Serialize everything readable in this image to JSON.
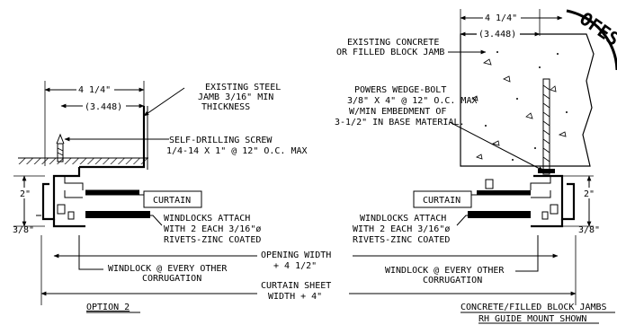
{
  "left": {
    "dim_fraction": "4 1/4\"",
    "dim_decimal": "(3.448)",
    "note_steel_jamb": [
      "EXISTING STEEL",
      "JAMB 3/16\" MIN",
      "THICKNESS"
    ],
    "note_screw": [
      "SELF-DRILLING SCREW",
      "1/4-14 X 1\" @ 12\" O.C. MAX"
    ],
    "curtain_label": "CURTAIN",
    "dim_side": "2\"",
    "dim_bottom": "3/8\"",
    "note_windlocks": [
      "WINDLOCKS ATTACH",
      "WITH 2 EACH 3/16\"ø",
      "RIVETS-ZINC COATED"
    ],
    "note_windlock_corr": [
      "WINDLOCK @ EVERY OTHER",
      "CORRUGATION"
    ],
    "option_title": "OPTION 2"
  },
  "right": {
    "dim_fraction": "4 1/4\"",
    "dim_decimal": "(3.448)",
    "note_concrete": [
      "EXISTING CONCRETE",
      "OR FILLED BLOCK JAMB"
    ],
    "note_bolt": [
      "POWERS WEDGE-BOLT",
      "3/8\" X 4\" @ 12\" O.C. MAX",
      "W/MIN EMBEDMENT OF",
      "3-1/2\" IN BASE MATERIAL."
    ],
    "curtain_label": "CURTAIN",
    "dim_side": "2\"",
    "dim_bottom": "3/8\"",
    "note_windlocks": [
      "WINDLOCKS ATTACH",
      "WITH 2 EACH 3/16\"ø",
      "RIVETS-ZINC COATED"
    ],
    "note_windlock_corr": [
      "WINDLOCK @ EVERY OTHER",
      "CORRUGATION"
    ],
    "title_lines": [
      "CONCRETE/FILLED BLOCK JAMBS",
      "RH GUIDE MOUNT SHOWN"
    ],
    "seal_fragment": "OFES"
  },
  "center": {
    "opening_width": [
      "OPENING WIDTH",
      "+ 4 1/2\""
    ],
    "curtain_sheet": [
      "CURTAIN SHEET",
      "WIDTH + 4\""
    ]
  }
}
